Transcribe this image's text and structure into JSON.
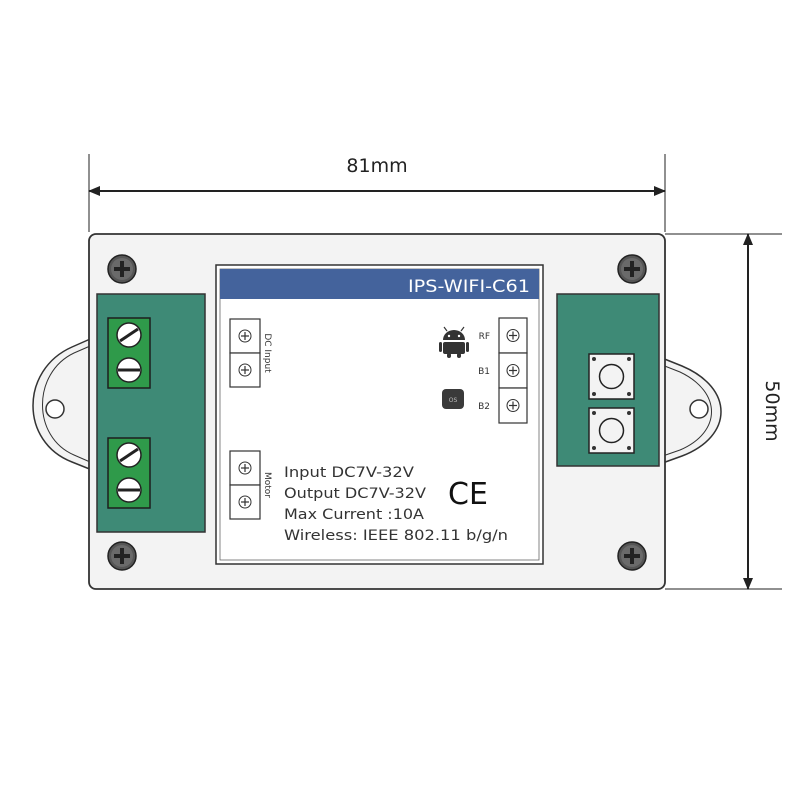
{
  "dimensions": {
    "width": "81mm",
    "height": "50mm"
  },
  "label": {
    "model": "IPS-WIFI-C61",
    "dc_input": "DC Input",
    "motor": "Motor",
    "rf": "RF",
    "b1": "B1",
    "b2": "B2",
    "ios": "OS",
    "ce": "CE",
    "specs": [
      "Input DC7V-32V",
      "Output DC7V-32V",
      "Max Current :10A",
      "Wireless: IEEE 802.11 b/g/n"
    ]
  },
  "colors": {
    "label_header": "#44639c",
    "terminal_green": "#3e8a76",
    "connector_green": "#2f9a4a",
    "housing": "#f3f3f3",
    "outline": "#333333"
  },
  "icons": [
    "android-icon",
    "ios-icon",
    "screw-icon",
    "ce-mark"
  ]
}
